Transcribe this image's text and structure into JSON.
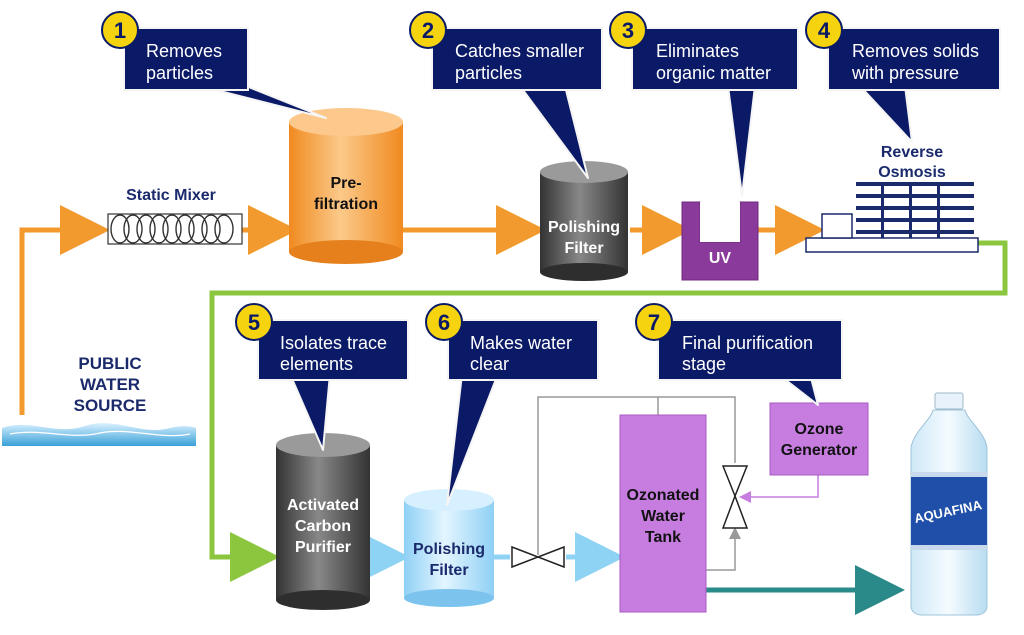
{
  "colors": {
    "callout_fill": "#0b1a66",
    "callout_border": "#f5f5f5",
    "badge_fill": "#f5d40f",
    "flow_orange": "#f39a2e",
    "flow_green": "#8cc63f",
    "flow_light_blue": "#8fd3f4",
    "flow_teal": "#2a8a8a",
    "prefilter_orange": "#f7a14a",
    "polishing_dark": "#555555",
    "uv_purple": "#8a3a9a",
    "ozone_purple": "#c77de0",
    "polishing_light_blue": "#b9e3fa"
  },
  "callouts": [
    {
      "number": "1",
      "line1": "Removes",
      "line2": "particles"
    },
    {
      "number": "2",
      "line1": "Catches smaller",
      "line2": "particles"
    },
    {
      "number": "3",
      "line1": "Eliminates",
      "line2": "organic matter"
    },
    {
      "number": "4",
      "line1": "Removes solids",
      "line2": "with pressure"
    },
    {
      "number": "5",
      "line1": "Isolates trace",
      "line2": "elements"
    },
    {
      "number": "6",
      "line1": "Makes water",
      "line2": "clear"
    },
    {
      "number": "7",
      "line1": "Final purification",
      "line2": "stage"
    }
  ],
  "components": {
    "static_mixer": "Static Mixer",
    "prefiltration": {
      "line1": "Pre-",
      "line2": "filtration"
    },
    "polishing_filter_1": {
      "line1": "Polishing",
      "line2": "Filter"
    },
    "uv": "UV",
    "reverse_osmosis": {
      "line1": "Reverse",
      "line2": "Osmosis"
    },
    "activated_carbon": {
      "line1": "Activated",
      "line2": "Carbon",
      "line3": "Purifier"
    },
    "polishing_filter_2": {
      "line1": "Polishing",
      "line2": "Filter"
    },
    "ozonated_tank": {
      "line1": "Ozonated",
      "line2": "Water",
      "line3": "Tank"
    },
    "ozone_generator": {
      "line1": "Ozone",
      "line2": "Generator"
    }
  },
  "source": {
    "line1": "PUBLIC",
    "line2": "WATER",
    "line3": "SOURCE"
  },
  "bottle": {
    "brand": "AQUAFINA"
  }
}
